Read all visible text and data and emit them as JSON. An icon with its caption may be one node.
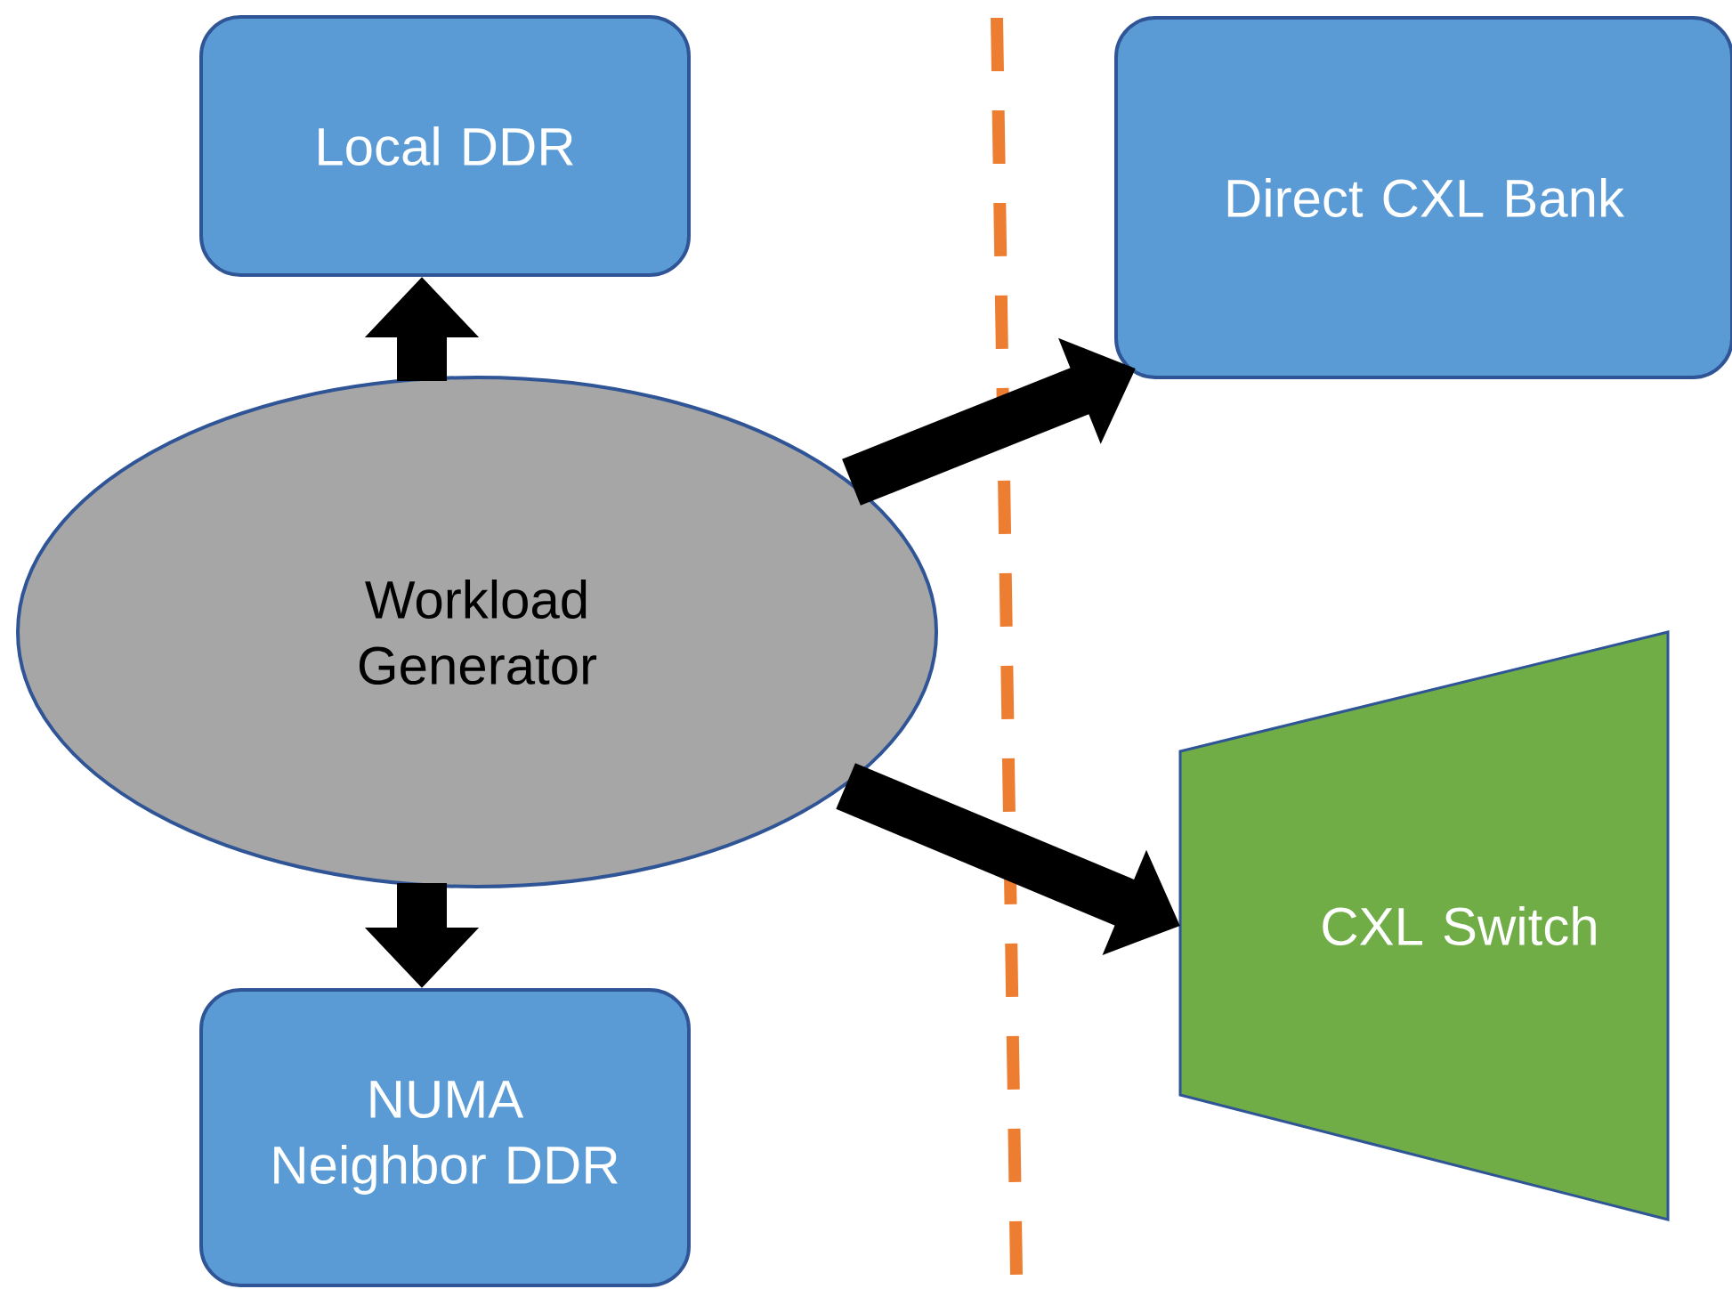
{
  "diagram": {
    "nodes": [
      {
        "text": [
          "Local DDR"
        ]
      },
      {
        "text": [
          "Direct CXL Bank"
        ]
      },
      {
        "text": [
          "Workload Generator"
        ]
      },
      {
        "text": [
          "CXL Switch"
        ]
      },
      {
        "text": [
          "NUMA Neighbor DDR"
        ]
      }
    ],
    "edges": [
      {
        "from": 2,
        "to": 0,
        "arrow": "to"
      },
      {
        "from": 2,
        "to": 1,
        "arrow": "to"
      },
      {
        "from": 2,
        "to": 3,
        "arrow": "to"
      },
      {
        "from": 2,
        "to": 4,
        "arrow": "to"
      }
    ]
  }
}
